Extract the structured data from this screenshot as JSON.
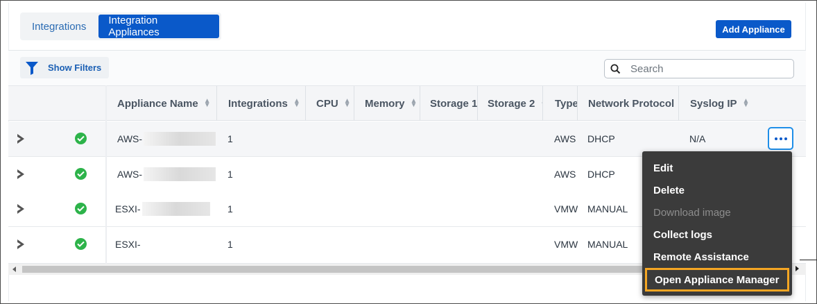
{
  "tabs": [
    {
      "label": "Integrations",
      "active": false
    },
    {
      "label": "Integration Appliances",
      "active": true
    }
  ],
  "add_button": "Add Appliance",
  "filters_button": "Show Filters",
  "search": {
    "placeholder": "Search",
    "value": ""
  },
  "columns": [
    "Appliance Name",
    "Integrations",
    "CPU",
    "Memory",
    "Storage 1",
    "Storage 2",
    "Type",
    "Network Protocol",
    "Syslog IP"
  ],
  "rows": [
    {
      "status": "ok",
      "name": "AWS-",
      "integrations": "1",
      "cpu": "",
      "memory": "",
      "storage1": "",
      "storage2": "",
      "type": "AWS",
      "protocol": "DHCP",
      "syslog": "N/A"
    },
    {
      "status": "ok",
      "name": "AWS-",
      "integrations": "1",
      "cpu": "",
      "memory": "",
      "storage1": "",
      "storage2": "",
      "type": "AWS",
      "protocol": "DHCP",
      "syslog": ""
    },
    {
      "status": "ok",
      "name": "ESXI-",
      "integrations": "1",
      "cpu": "",
      "memory": "",
      "storage1": "",
      "storage2": "",
      "type": "VMW",
      "protocol": "MANUAL",
      "syslog": ""
    },
    {
      "status": "ok",
      "name": "ESXI-",
      "integrations": "1",
      "cpu": "",
      "memory": "",
      "storage1": "",
      "storage2": "",
      "type": "VMW",
      "protocol": "MANUAL",
      "syslog": ""
    }
  ],
  "context_menu": [
    {
      "label": "Edit",
      "enabled": true
    },
    {
      "label": "Delete",
      "enabled": true
    },
    {
      "label": "Download image",
      "enabled": false
    },
    {
      "label": "Collect logs",
      "enabled": true
    },
    {
      "label": "Remote Assistance",
      "enabled": true
    },
    {
      "label": "Open Appliance Manager",
      "enabled": true,
      "highlighted": true
    }
  ],
  "colors": {
    "accent": "#0a59c9",
    "success": "#2db34a",
    "highlight": "#f5a623",
    "menu_bg": "#3b3b3b"
  },
  "icons": {
    "filter": "funnel-icon",
    "search": "search-icon",
    "more": "ellipsis-icon",
    "expand": "chevron-right-icon",
    "status": "check-circle-icon"
  }
}
